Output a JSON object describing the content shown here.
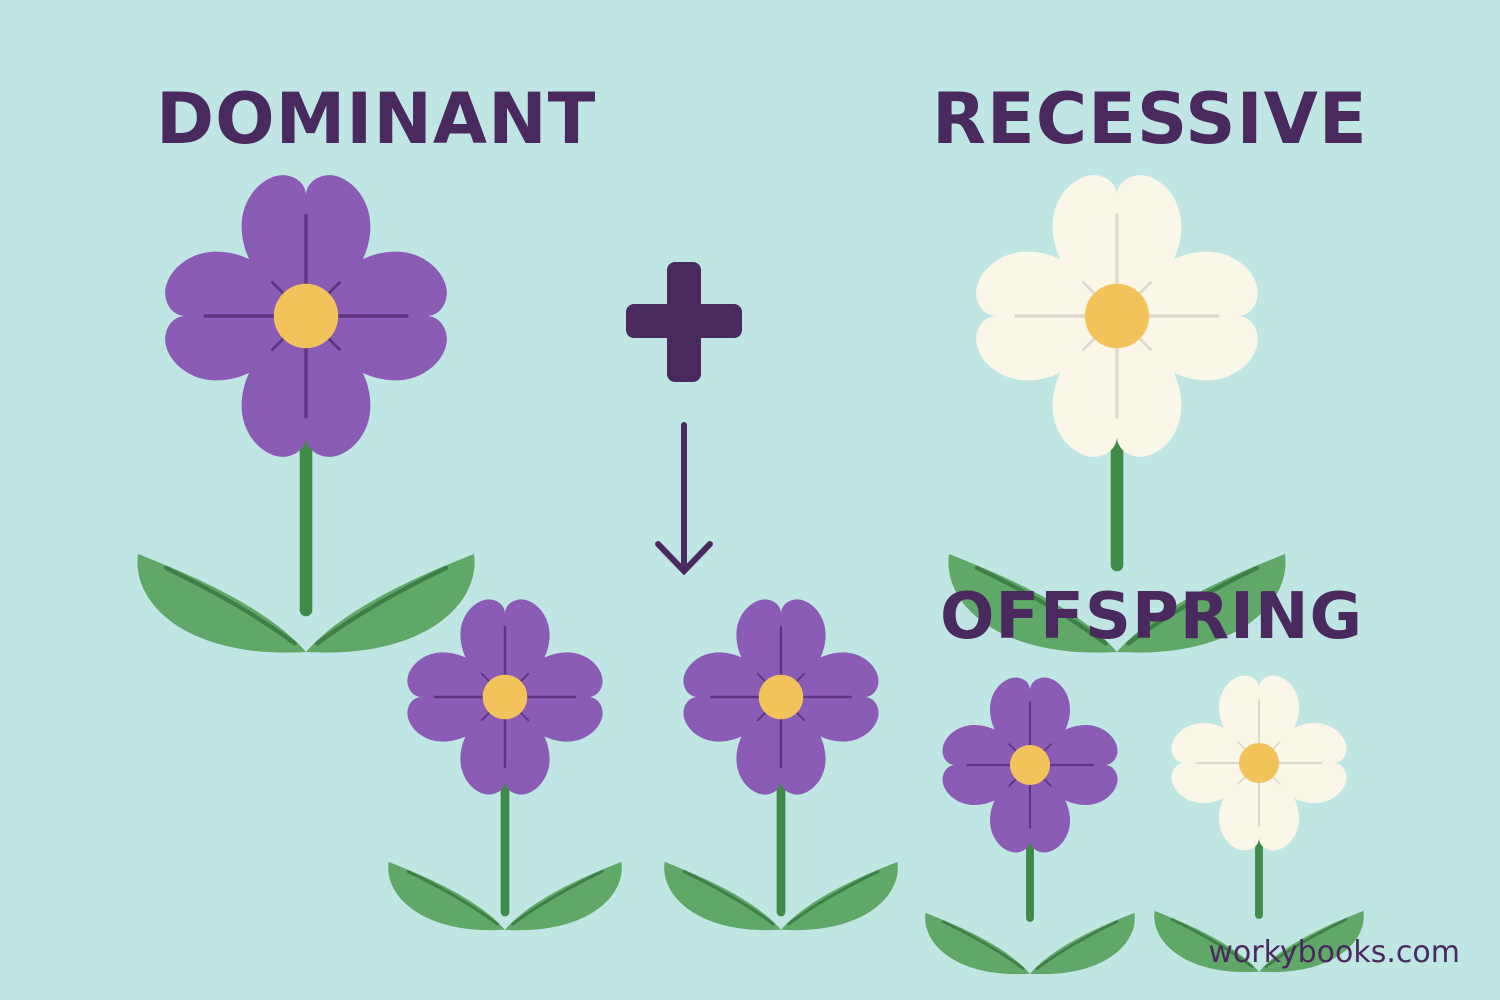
{
  "labels": {
    "dominant": "DOMINANT",
    "recessive": "RECESSIVE",
    "offspring": "OFFSPRING"
  },
  "watermark": "workybooks.com",
  "colors": {
    "background": "#bfe6e3",
    "text": "#4a2a5e",
    "purple_petal": "#8a5cb5",
    "purple_vein": "#5e3485",
    "white_petal": "#faf7e8",
    "white_vein": "#dcdacf",
    "center": "#f2c25b",
    "leaf": "#5fa868",
    "leaf_vein": "#3d7f47",
    "stem": "#3d8b47"
  },
  "icons": {
    "cross_symbol": "plus-icon",
    "result_symbol": "arrow-down-icon"
  },
  "flowers": [
    {
      "name": "dominant-parent-flower",
      "color": "purple"
    },
    {
      "name": "recessive-parent-flower",
      "color": "white"
    },
    {
      "name": "f1-offspring-flower-1",
      "color": "purple"
    },
    {
      "name": "f1-offspring-flower-2",
      "color": "purple"
    },
    {
      "name": "offspring-purple-flower",
      "color": "purple"
    },
    {
      "name": "offspring-white-flower",
      "color": "white"
    }
  ]
}
